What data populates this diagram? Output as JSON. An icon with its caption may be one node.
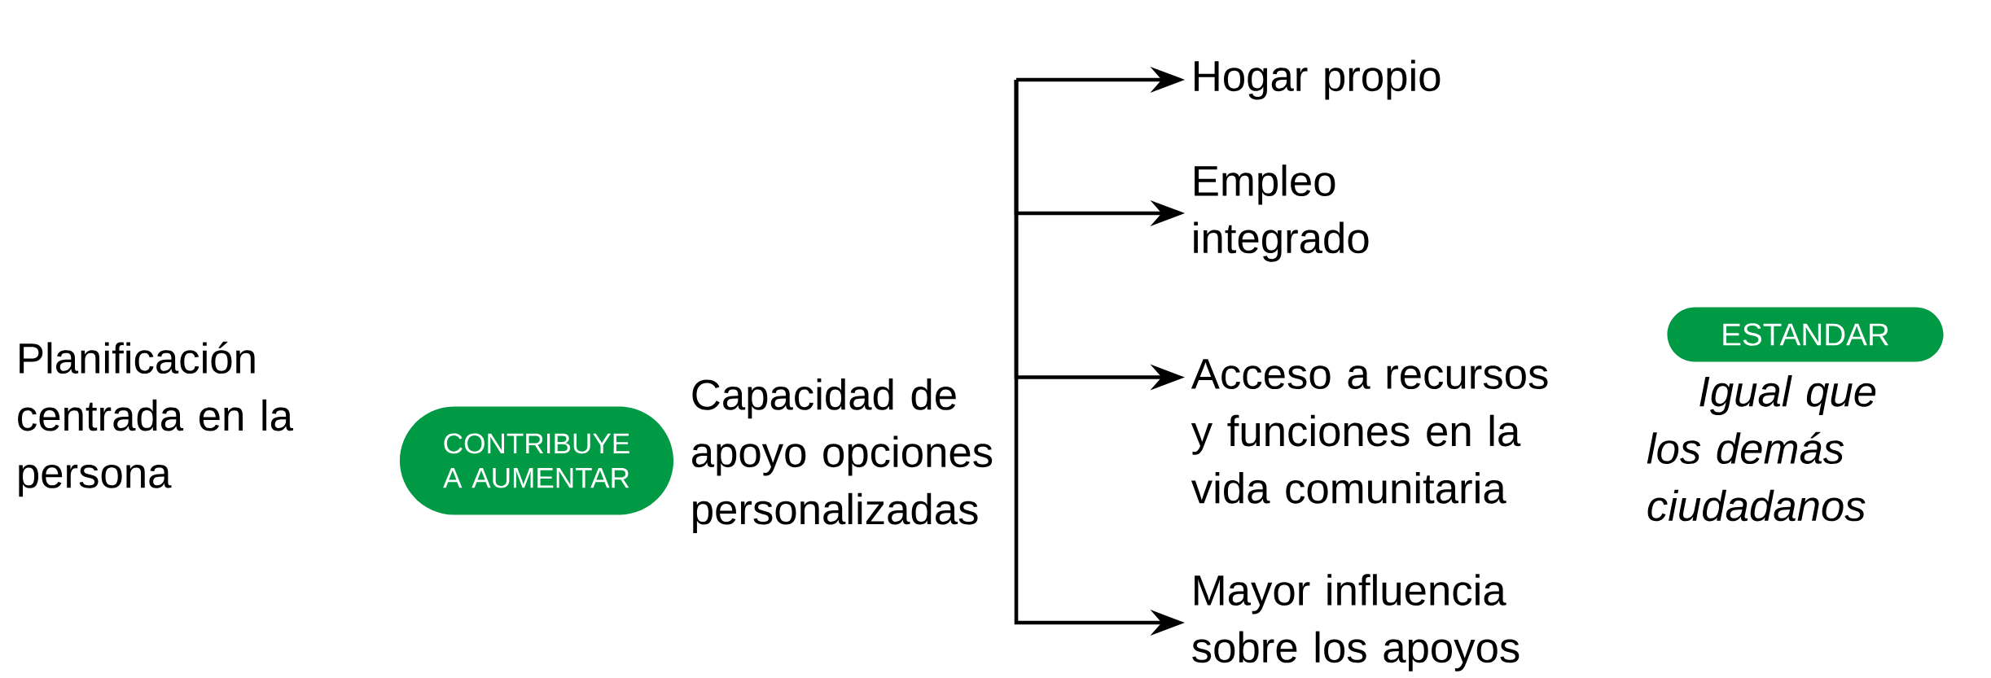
{
  "diagram": {
    "nodes": [
      {
        "text": [
          "Planificación centrada en la persona"
        ]
      },
      {
        "text": [
          "CONTRIBUYE A AUMENTAR"
        ]
      },
      {
        "text": [
          "Capacidad de apoyo opciones personalizadas"
        ]
      },
      {
        "text": [
          "Hogar propio"
        ]
      },
      {
        "text": [
          "Empleo integrado"
        ]
      },
      {
        "text": [
          "Acceso a recursos y funciones en la vida comunitaria"
        ]
      },
      {
        "text": [
          "Mayor influencia sobre los apoyos"
        ]
      },
      {
        "text": [
          "ESTANDAR"
        ],
        "beside": [
          "Igual que los demás ciudadanos"
        ]
      }
    ],
    "edges": [
      {
        "from": null,
        "to": 3,
        "arrow": "to"
      },
      {
        "from": null,
        "to": 4,
        "arrow": "to"
      },
      {
        "from": null,
        "to": 5,
        "arrow": "to"
      },
      {
        "from": null,
        "to": 6,
        "arrow": "to"
      }
    ]
  }
}
